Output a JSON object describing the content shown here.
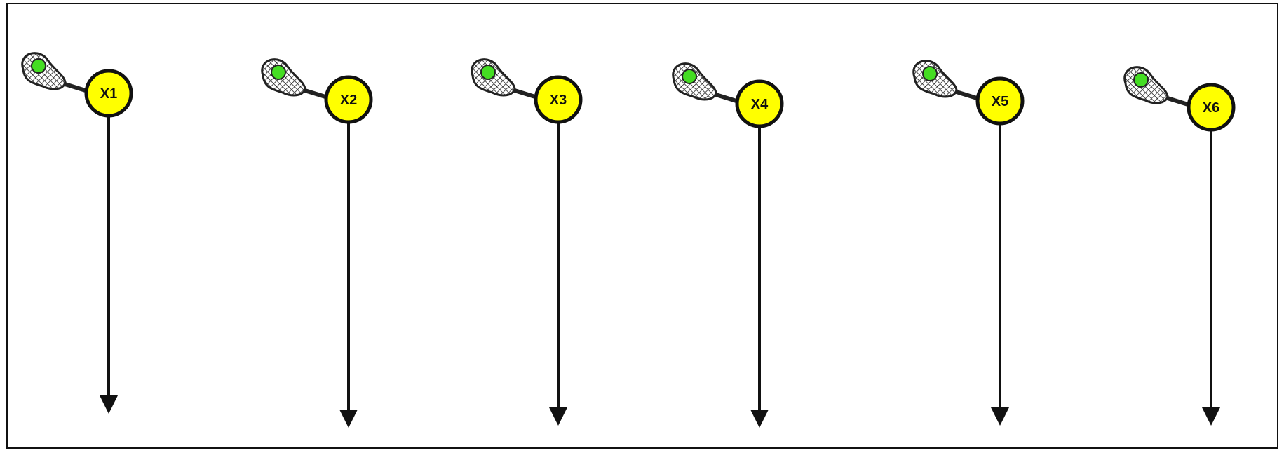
{
  "diagram": {
    "colors": {
      "player_fill": "#ffff00",
      "player_stroke": "#111111",
      "ball": "#44dd22",
      "arrow": "#111111",
      "stick_head": "#444444",
      "frame_border": "#111111"
    },
    "icons": {
      "stick": "lacrosse-stick-icon",
      "ball": "ball-icon",
      "path": "down-arrow"
    },
    "players": [
      {
        "label": "X1"
      },
      {
        "label": "X2"
      },
      {
        "label": "X3"
      },
      {
        "label": "X4"
      },
      {
        "label": "X5"
      },
      {
        "label": "X6"
      }
    ]
  }
}
